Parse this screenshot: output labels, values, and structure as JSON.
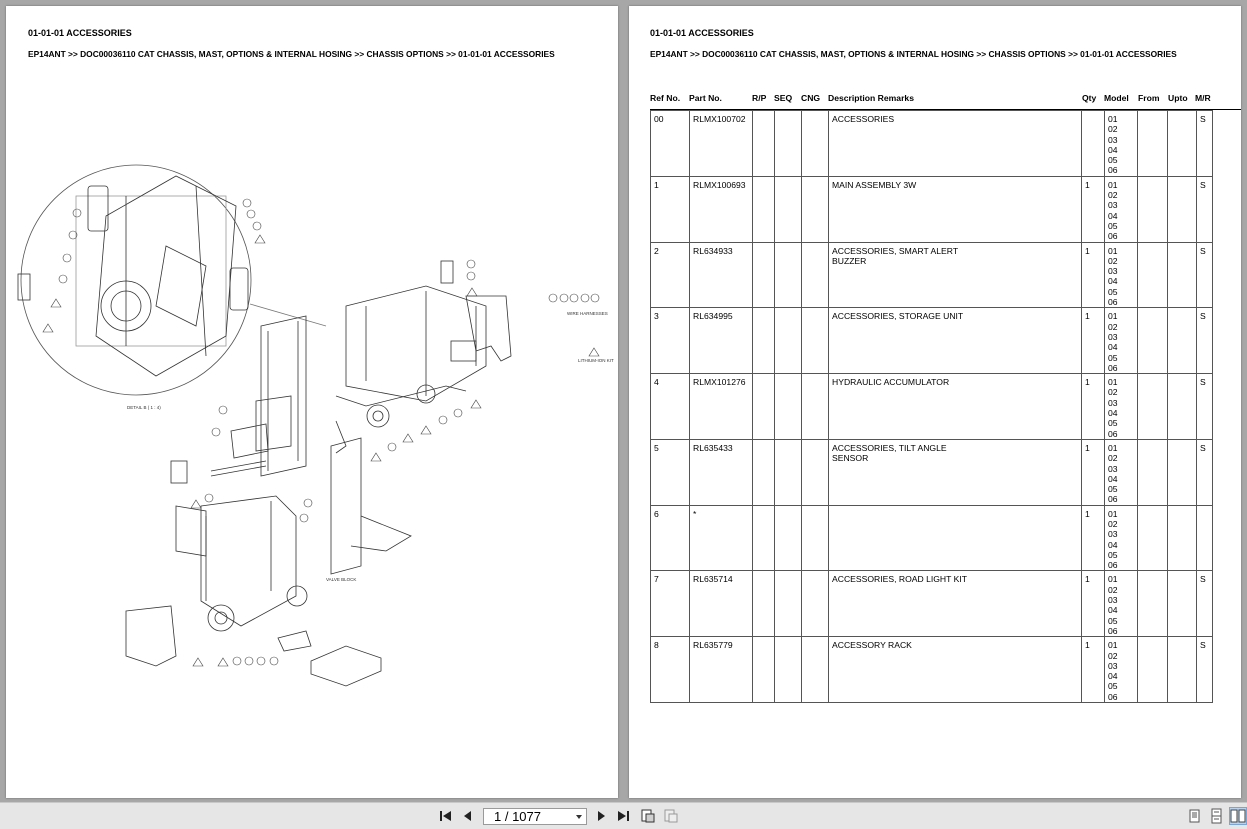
{
  "left_page": {
    "section_title": "01-01-01 ACCESSORIES",
    "breadcrumb": "EP14ANT >> DOC00036110 CAT CHASSIS, MAST, OPTIONS & INTERNAL HOSING >> CHASSIS OPTIONS >> 01-01-01 ACCESSORIES",
    "diagram_labels": {
      "wire_harnesses": "WIRE HARNESSES",
      "lithium_ion_kit": "LITHIUM-ION KIT",
      "valve_block": "VALVE BLOCK",
      "detail": "DETAIL B ( 1 : 4)"
    }
  },
  "right_page": {
    "section_title": "01-01-01 ACCESSORIES",
    "breadcrumb": "EP14ANT >> DOC00036110 CAT CHASSIS, MAST, OPTIONS & INTERNAL HOSING >> CHASSIS OPTIONS >> 01-01-01 ACCESSORIES",
    "columns": {
      "ref": "Ref No.",
      "part": "Part No.",
      "rp": "R/P",
      "seq": "SEQ",
      "cng": "CNG",
      "desc": "Description Remarks",
      "qty": "Qty",
      "model": "Model",
      "from": "From",
      "upto": "Upto",
      "mr": "M/R"
    },
    "rows": [
      {
        "ref": "00",
        "part": "RLMX100702",
        "desc1": "ACCESSORIES",
        "desc2": "",
        "qty": "",
        "mr": "S"
      },
      {
        "ref": "1",
        "part": "RLMX100693",
        "desc1": "MAIN ASSEMBLY 3W",
        "desc2": "",
        "qty": "1",
        "mr": "S"
      },
      {
        "ref": "2",
        "part": "RL634933",
        "desc1": "ACCESSORIES, SMART ALERT",
        "desc2": "BUZZER",
        "qty": "1",
        "mr": "S"
      },
      {
        "ref": "3",
        "part": "RL634995",
        "desc1": "ACCESSORIES, STORAGE UNIT",
        "desc2": "",
        "qty": "1",
        "mr": "S"
      },
      {
        "ref": "4",
        "part": "RLMX101276",
        "desc1": "HYDRAULIC ACCUMULATOR",
        "desc2": "",
        "qty": "1",
        "mr": "S"
      },
      {
        "ref": "5",
        "part": "RL635433",
        "desc1": "ACCESSORIES, TILT ANGLE",
        "desc2": "SENSOR",
        "qty": "1",
        "mr": "S"
      },
      {
        "ref": "6",
        "part": "*",
        "desc1": "",
        "desc2": "",
        "qty": "1",
        "mr": ""
      },
      {
        "ref": "7",
        "part": "RL635714",
        "desc1": "ACCESSORIES, ROAD LIGHT KIT",
        "desc2": "",
        "qty": "1",
        "mr": "S"
      },
      {
        "ref": "8",
        "part": "RL635779",
        "desc1": "ACCESSORY RACK",
        "desc2": "",
        "qty": "1",
        "mr": "S"
      }
    ],
    "models": [
      "01",
      "02",
      "03",
      "04",
      "05",
      "06"
    ]
  },
  "toolbar": {
    "page_indicator": "1 / 1077",
    "icons": [
      "first-page-icon",
      "prev-page-icon",
      "next-page-icon",
      "last-page-icon",
      "rotate-icon",
      "fit-icon",
      "single-page-icon",
      "continuous-icon",
      "two-page-icon"
    ]
  }
}
